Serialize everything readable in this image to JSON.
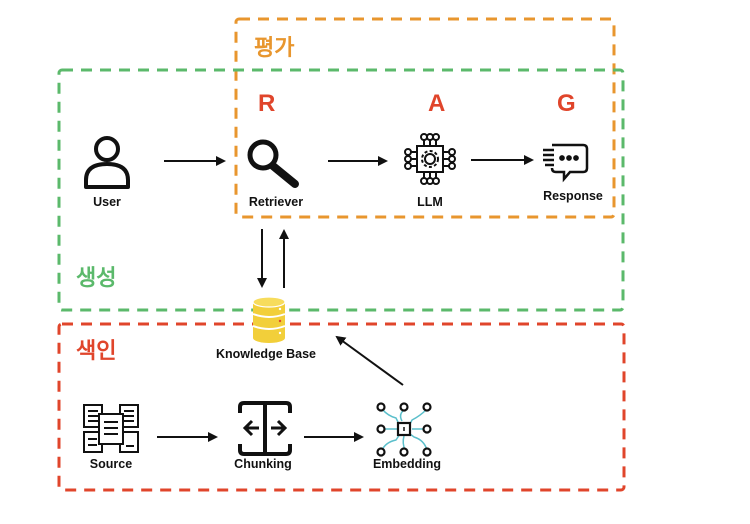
{
  "colors": {
    "evaluation": "#E8962E",
    "generation": "#5BB96B",
    "indexing": "#E0452B",
    "letters": "#E0452B",
    "database": "#F2CF3A",
    "embedding_lines": "#5BBFCB",
    "ink": "#111111"
  },
  "sections": {
    "evaluation": {
      "label": "평가"
    },
    "generation": {
      "label": "생성"
    },
    "indexing": {
      "label": "색인"
    }
  },
  "rag_letters": {
    "r": "R",
    "a": "A",
    "g": "G"
  },
  "nodes": {
    "user": {
      "label": "User",
      "icon": "user-icon"
    },
    "retriever": {
      "label": "Retriever",
      "icon": "magnifier-icon"
    },
    "llm": {
      "label": "LLM",
      "icon": "chip-gear-icon"
    },
    "response": {
      "label": "Response",
      "icon": "chat-bubble-icon"
    },
    "knowledge_base": {
      "label": "Knowledge Base",
      "icon": "database-icon"
    },
    "source": {
      "label": "Source",
      "icon": "documents-icon"
    },
    "chunking": {
      "label": "Chunking",
      "icon": "split-arrows-icon"
    },
    "embedding": {
      "label": "Embedding",
      "icon": "circuit-icon"
    }
  },
  "edges": [
    {
      "from": "user",
      "to": "retriever"
    },
    {
      "from": "retriever",
      "to": "llm"
    },
    {
      "from": "llm",
      "to": "response"
    },
    {
      "from": "retriever",
      "to": "knowledge_base"
    },
    {
      "from": "knowledge_base",
      "to": "retriever"
    },
    {
      "from": "source",
      "to": "chunking"
    },
    {
      "from": "chunking",
      "to": "embedding"
    },
    {
      "from": "embedding",
      "to": "knowledge_base"
    }
  ]
}
